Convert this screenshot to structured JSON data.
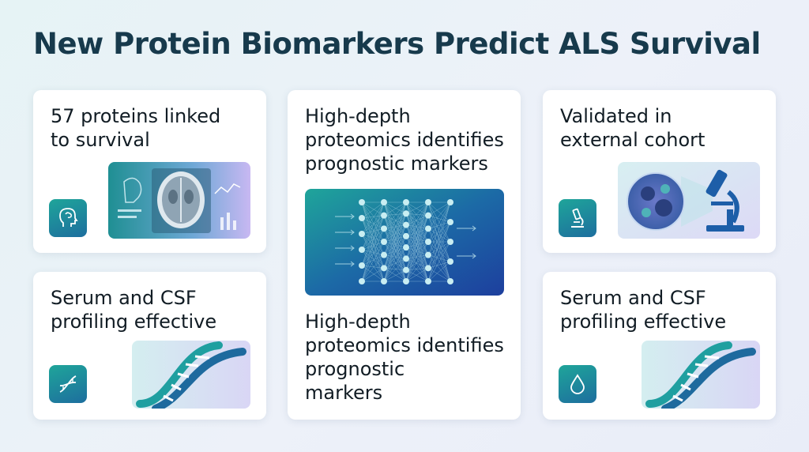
{
  "page": {
    "title": "New Protein Biomarkers Predict ALS Survival"
  },
  "cards": [
    {
      "id": "c1",
      "text": [
        "57 proteins linked",
        "to survival"
      ],
      "icon": "brain-head-icon",
      "art": "brain-scan-illustration"
    },
    {
      "id": "c2",
      "text": [
        "High-depth",
        "proteomics identifies",
        "prognostic markers"
      ],
      "text_bottom": [
        "High-depth",
        "proteomics identifies",
        "prognostic",
        "markers"
      ],
      "art": "neural-network-illustration"
    },
    {
      "id": "c3",
      "text": [
        "Validated in",
        "external cohort"
      ],
      "icon": "microscope-icon",
      "art": "microscope-cells-illustration"
    },
    {
      "id": "c4",
      "text": [
        "Serum and CSF",
        "profiling effective"
      ],
      "icon": "dna-icon",
      "art": "dna-helix-illustration"
    },
    {
      "id": "c5",
      "text": [
        "Serum and CSF",
        "profiling effective"
      ],
      "icon": "droplet-icon",
      "art": "dna-helix-illustration"
    }
  ],
  "colors": {
    "title": "#173a4c",
    "accent_teal": "#1fa59a",
    "accent_blue": "#1d6e9e",
    "accent_purple": "#9b8fe0"
  }
}
